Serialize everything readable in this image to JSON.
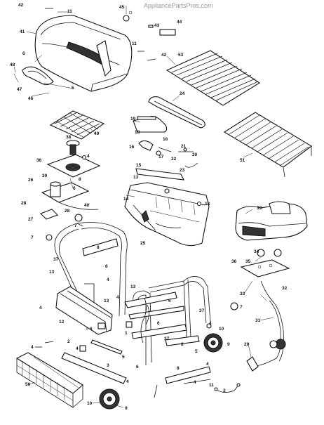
{
  "watermark": "AppliancePartsPros.com",
  "callouts": {
    "c1": "1",
    "c2": "2",
    "c3": "3",
    "c4": "4",
    "c5": "5",
    "c6": "6",
    "c7": "7",
    "c8": "8",
    "c9": "9",
    "c10": "10",
    "c11": "11",
    "c12": "12",
    "c13": "13",
    "c14": "14",
    "c15": "15",
    "c16": "16",
    "c17": "17",
    "c18": "18",
    "c19": "19",
    "c20": "20",
    "c21": "21",
    "c22": "22",
    "c23": "23",
    "c24": "24",
    "c25": "25",
    "c26": "26",
    "c27": "27",
    "c28": "28",
    "c29": "29",
    "c30": "30",
    "c31": "31",
    "c32": "32",
    "c33": "33",
    "c34": "34",
    "c35": "35",
    "c36": "36",
    "c37": "37",
    "c38": "38",
    "c39": "39",
    "c40": "40",
    "c41": "41",
    "c42": "42",
    "c43": "43",
    "c44": "44",
    "c45": "45",
    "c46": "46",
    "c47": "47",
    "c48": "48",
    "c49": "49",
    "c50": "50",
    "c51": "51",
    "c53": "53"
  }
}
